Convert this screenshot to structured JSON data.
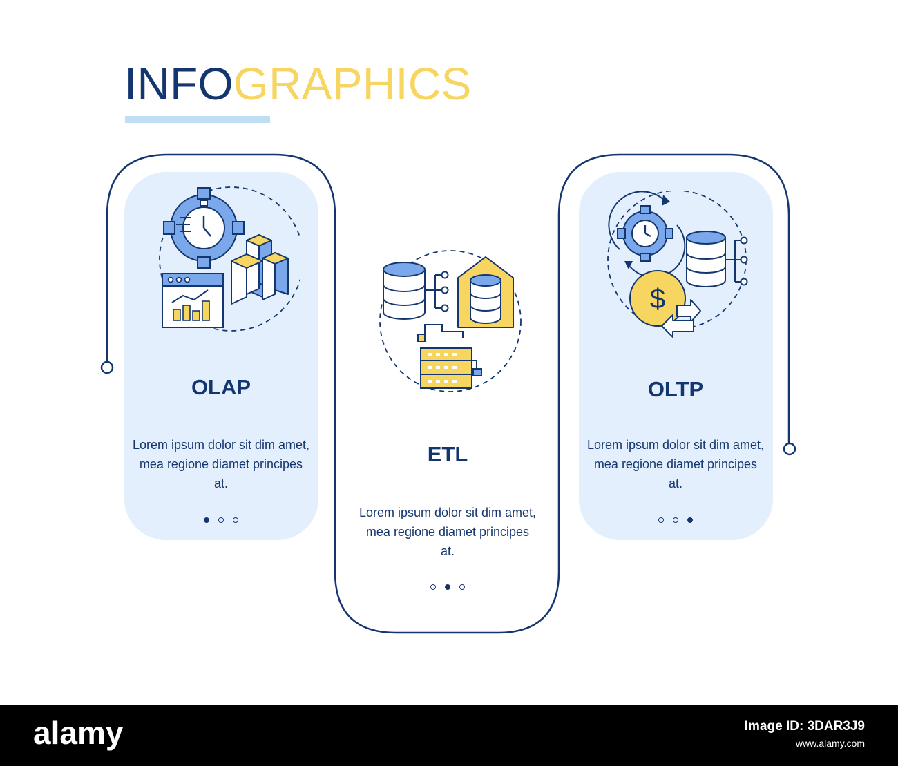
{
  "header": {
    "title_part1": "INFO",
    "title_part2": "GRAPHICS"
  },
  "colors": {
    "navy": "#14366f",
    "yellow": "#f7d561",
    "light_blue_panel": "#e3effc",
    "icon_blue": "#7aa8ea",
    "accent_underline": "#bfddf3"
  },
  "cards": [
    {
      "title": "OLAP",
      "body": "Lorem ipsum dolor sit dim amet, mea regione diamet principes at.",
      "active_dot": 1,
      "icon": "olap-analytics-icon"
    },
    {
      "title": "ETL",
      "body": "Lorem ipsum dolor sit dim amet, mea regione diamet principes at.",
      "active_dot": 2,
      "icon": "etl-database-warehouse-icon"
    },
    {
      "title": "OLTP",
      "body": "Lorem ipsum dolor sit dim amet, mea regione diamet principes at.",
      "active_dot": 3,
      "icon": "oltp-transaction-icon"
    }
  ],
  "footer": {
    "logo": "alamy",
    "image_id_label": "Image ID: 3DAR3J9",
    "site": "www.alamy.com"
  }
}
